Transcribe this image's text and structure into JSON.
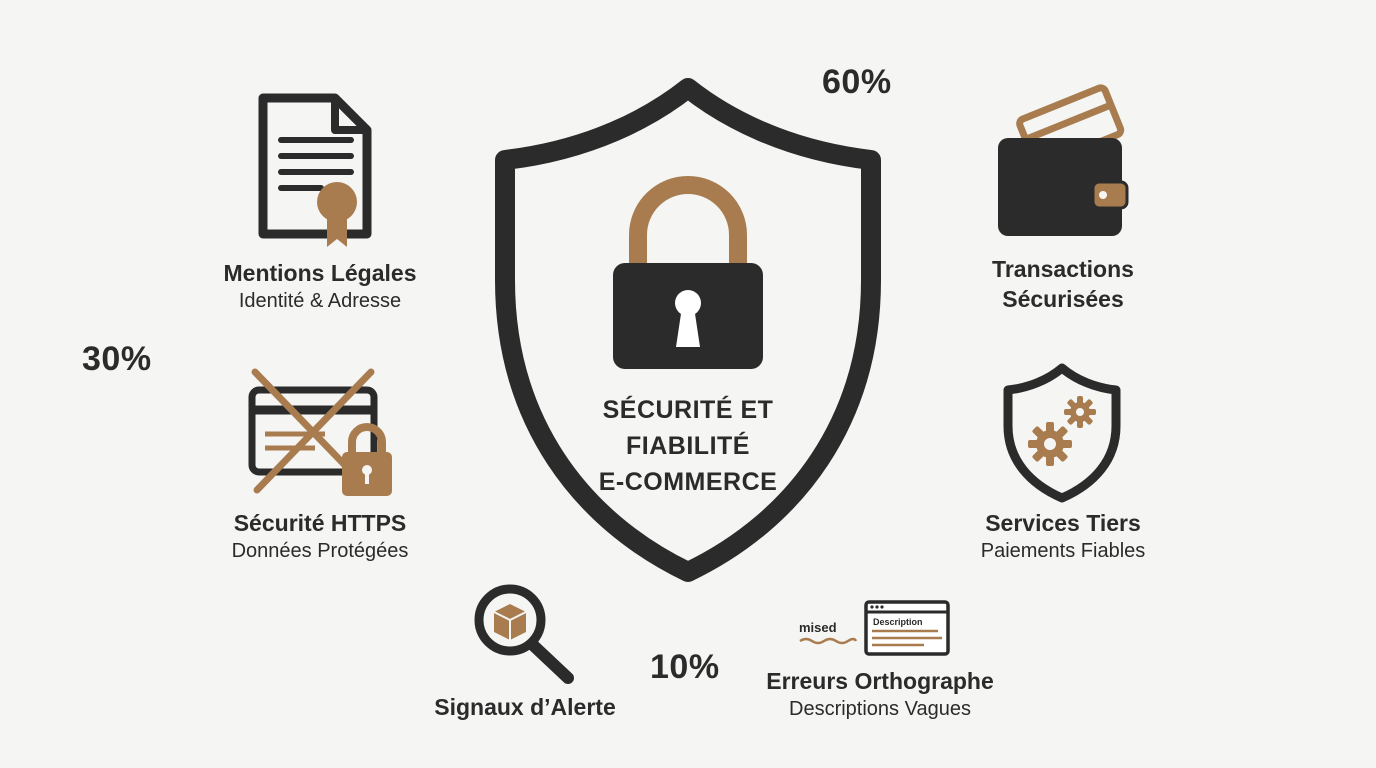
{
  "center": {
    "line1": "SÉCURITÉ ET",
    "line2": "FIABILITÉ",
    "line3": "E-COMMERCE"
  },
  "percentages": {
    "p60": "60%",
    "p30": "30%",
    "p10": "10%"
  },
  "items": {
    "legal": {
      "title": "Mentions Légales",
      "subtitle": "Identité & Adresse",
      "icon": "certificate-document-icon"
    },
    "https": {
      "title": "Sécurité HTTPS",
      "subtitle": "Données Protégées",
      "icon": "crossed-card-lock-icon"
    },
    "transactions": {
      "title_line1": "Transactions",
      "title_line2": "Sécurisées",
      "icon": "wallet-icon"
    },
    "services": {
      "title": "Services Tiers",
      "subtitle": "Paiements Fiables",
      "icon": "shield-gears-icon"
    },
    "signals": {
      "title": "Signaux d’Alerte",
      "icon": "magnifier-package-icon"
    },
    "errors": {
      "title": "Erreurs Orthographe",
      "subtitle": "Descriptions Vagues",
      "icon": "misspelled-description-icon",
      "misspelled_word": "mised",
      "window_label": "Description"
    }
  },
  "colors": {
    "dark": "#2b2b2b",
    "accent": "#a97c4f",
    "background": "#f5f5f3"
  }
}
